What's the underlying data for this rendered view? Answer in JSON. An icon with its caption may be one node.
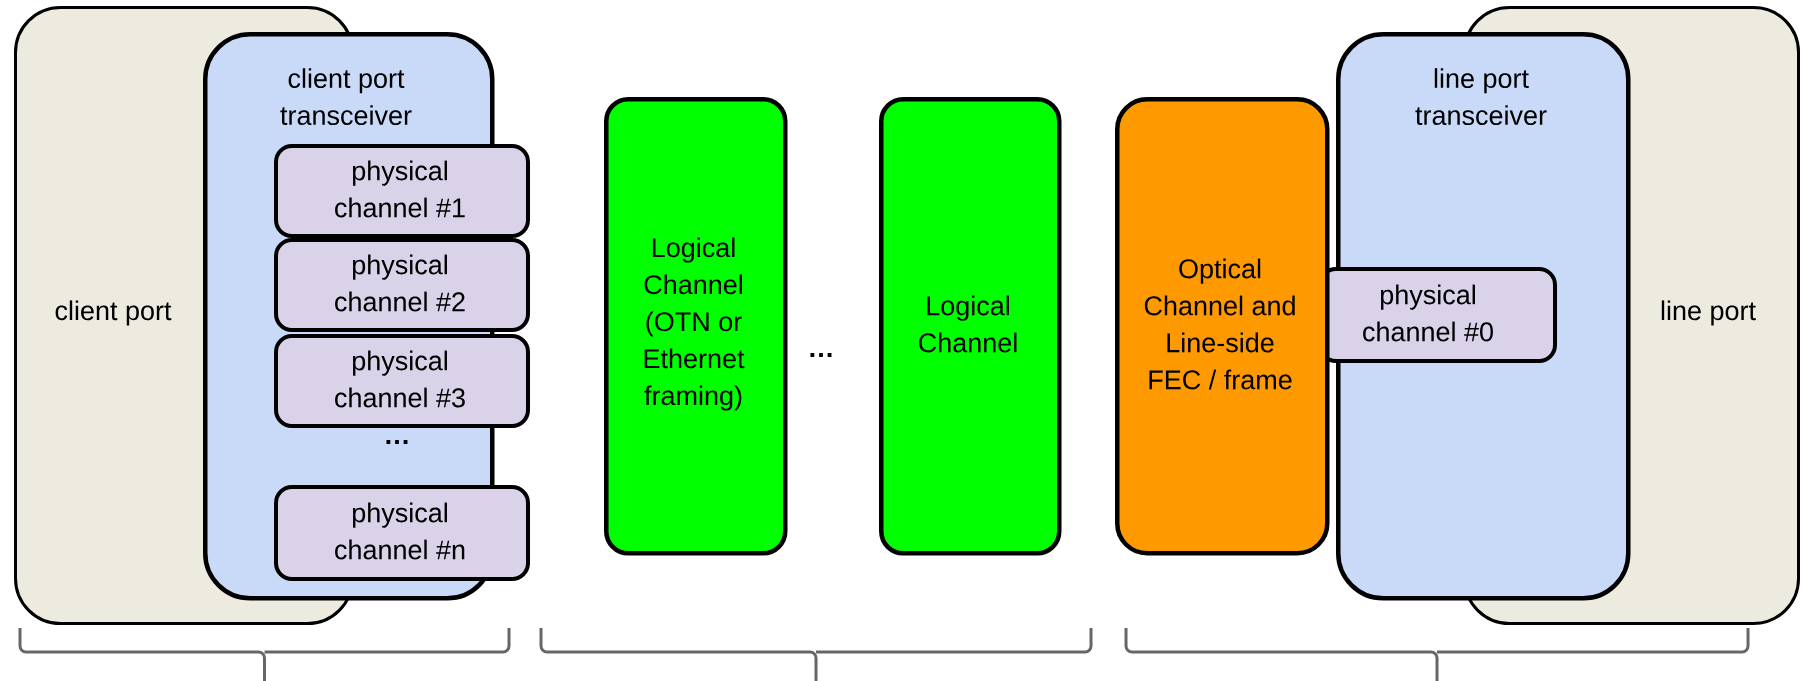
{
  "diagram": {
    "nodes": [
      {
        "text": [
          "client port"
        ]
      },
      {
        "text": [
          "client port transceiver"
        ]
      },
      {
        "text": [
          "physical channel #1"
        ]
      },
      {
        "text": [
          "physical channel #2"
        ]
      },
      {
        "text": [
          "physical channel #3"
        ]
      },
      {
        "text": [
          "physical channel #n"
        ]
      },
      {
        "text": [
          "Logical Channel (OTN or Ethernet framing)"
        ]
      },
      {
        "text": [
          "Logical Channel"
        ]
      },
      {
        "text": [
          "Optical Channel and Line-side FEC / frame"
        ]
      },
      {
        "text": [
          "line port transceiver"
        ]
      },
      {
        "text": [
          "physical channel #0"
        ]
      },
      {
        "text": [
          "line port"
        ]
      }
    ],
    "labels": [
      "…",
      "…"
    ]
  }
}
